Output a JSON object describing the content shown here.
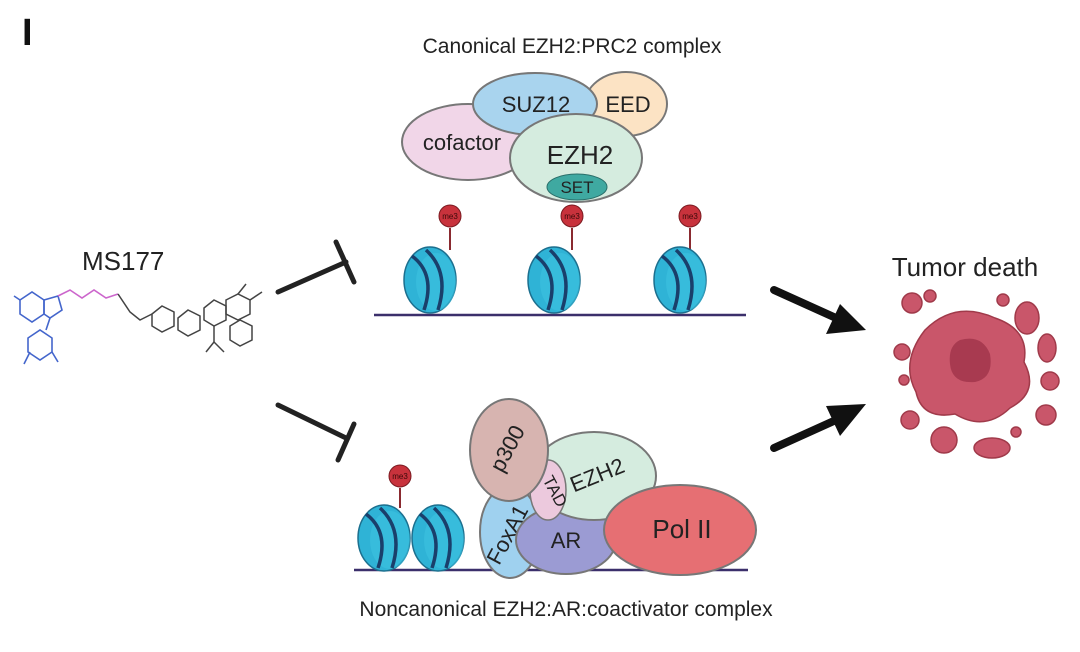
{
  "panel_label": "I",
  "top_title": "Canonical EZH2:PRC2 complex",
  "bottom_title": "Noncanonical EZH2:AR:coactivator complex",
  "drug_label": "MS177",
  "outcome_label": "Tumor death",
  "histone_mark": "me3",
  "top_complex": {
    "cofactor": "cofactor",
    "suz12": "SUZ12",
    "eed": "EED",
    "ezh2": "EZH2",
    "set": "SET"
  },
  "bottom_complex": {
    "p300": "p300",
    "tad": "TAD",
    "ezh2": "EZH2",
    "foxa1": "FoxA1",
    "ar": "AR",
    "pol2": "Pol II"
  },
  "colors": {
    "nucleosome": "#2fb3d6",
    "dna": "#3b2f6b",
    "methyl": "#c8323c",
    "cofactor": "#f1d6e8",
    "suz12": "#a9d4ee",
    "eed": "#fce3c4",
    "ezh2": "#d5ecdf",
    "set": "#3fa9a1",
    "p300": "#d7b4b0",
    "foxa1": "#9fd1ef",
    "ar": "#9b9bd3",
    "pol2": "#e66f73",
    "tumor": "#c9566a"
  }
}
